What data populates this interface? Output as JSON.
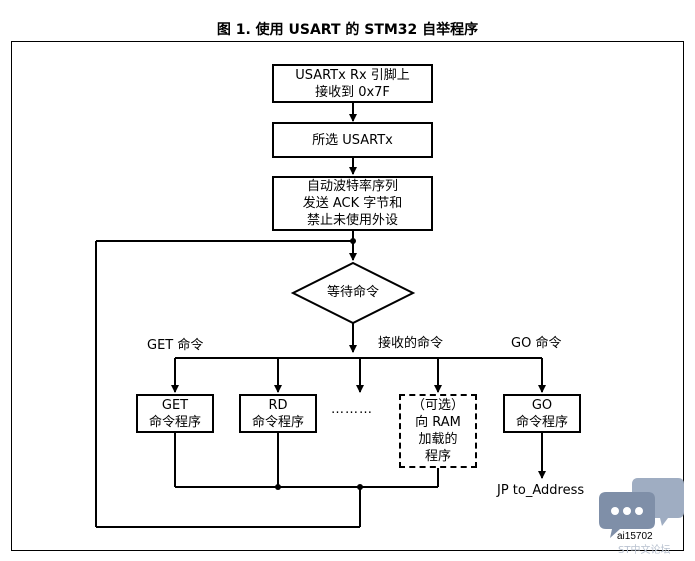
{
  "title": "图 1. 使用 USART 的 STM32 自举程序",
  "steps": {
    "detect": [
      "USARTx Rx 引脚上",
      "接收到 0x7F"
    ],
    "select": [
      "所选 USARTx"
    ],
    "init": [
      "自动波特率序列",
      "发送 ACK 字节和",
      "禁止未使用外设"
    ]
  },
  "decision": "等待命令",
  "labels": {
    "get_cmd": "GET 命令",
    "received_cmd": "接收的命令",
    "go_cmd": "GO 命令",
    "dots": "………",
    "jump": "JP to_Address"
  },
  "handlers": {
    "get": [
      "GET",
      "命令程序"
    ],
    "rd": [
      "RD",
      "命令程序"
    ],
    "ram": [
      "（可选）",
      "向 RAM",
      "加载的",
      "程序"
    ],
    "go": [
      "GO",
      "命令程序"
    ]
  },
  "figure_code": "ai15702",
  "watermark": "ST中文论坛"
}
